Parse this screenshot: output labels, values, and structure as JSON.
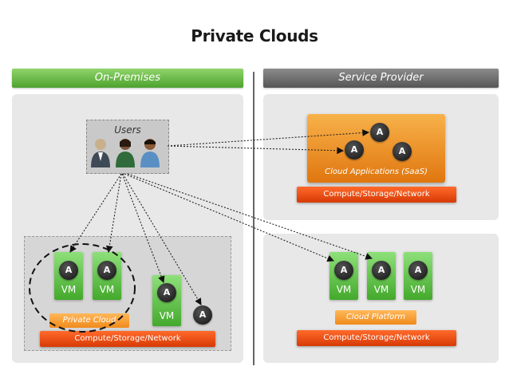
{
  "title": "Private Clouds",
  "headers": {
    "on_premises": "On-Premises",
    "service_provider": "Service Provider"
  },
  "users_label": "Users",
  "cloud_apps_label": "Cloud Applications (SaaS)",
  "private_cloud_label": "Private Cloud",
  "cloud_platform_label": "Cloud Platform",
  "compute_label": "Compute/Storage/Network",
  "vm_label": "VM",
  "app_label": "A",
  "colors": {
    "green": "#4da22f",
    "gray": "#555555",
    "orange": "#f08a1c",
    "red": "#d63a05"
  },
  "icons": [
    "user-icon",
    "user-icon",
    "user-icon"
  ]
}
